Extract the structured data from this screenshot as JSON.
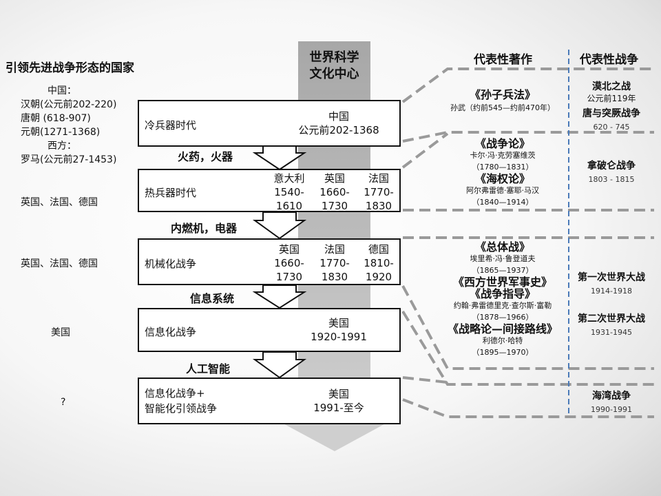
{
  "left_title": "引领先进战争形态的国家",
  "left_countries": {
    "group1": [
      "中国：",
      "汉朝(公元前202-220)",
      "唐朝  (618-907)",
      "元朝(1271-1368)",
      "西方：",
      "罗马(公元前27-1453)"
    ],
    "group2": "英国、法国、德国",
    "group3": "英国、法国、德国",
    "group4": "美国",
    "group5": "?"
  },
  "center_title": [
    "世界科学",
    "文化中心"
  ],
  "eras": [
    {
      "name": "冷兵器时代",
      "columns": [
        {
          "country": "中国",
          "years": [
            "公元前202-1368"
          ]
        }
      ]
    },
    {
      "name": "热兵器时代",
      "columns": [
        {
          "country": "意大利",
          "years": [
            "1540-",
            "1610"
          ]
        },
        {
          "country": "英国",
          "years": [
            "1660-",
            "1730"
          ]
        },
        {
          "country": "法国",
          "years": [
            "1770-",
            "1830"
          ]
        }
      ]
    },
    {
      "name": "机械化战争",
      "columns": [
        {
          "country": "英国",
          "years": [
            "1660-",
            "1730"
          ]
        },
        {
          "country": "法国",
          "years": [
            "1770-",
            "1830"
          ]
        },
        {
          "country": "德国",
          "years": [
            "1810-",
            "1920"
          ]
        }
      ]
    },
    {
      "name": "信息化战争",
      "columns": [
        {
          "country": "美国",
          "years": [
            "1920-1991"
          ]
        }
      ]
    },
    {
      "name": [
        "信息化战争+",
        "智能化引领战争"
      ],
      "columns": [
        {
          "country": "美国",
          "years": [
            "1991-至今"
          ]
        }
      ]
    }
  ],
  "technologies": [
    "火药，火器",
    "内燃机，电器",
    "信息系统",
    "人工智能"
  ],
  "works_header": "代表性著作",
  "wars_header": "代表性战争",
  "works": {
    "w1": {
      "title": "《孙子兵法》",
      "author": "孙武（约前545—约前470年）"
    },
    "w2": {
      "title": "《战争论》",
      "author": "卡尔·冯·克劳塞维茨",
      "years": "（1780—1831）"
    },
    "w3": {
      "title": "《海权论》",
      "author": "阿尔弗雷德·塞耶·马汉",
      "years": "（1840—1914）"
    },
    "w4": {
      "title": "《总体战》",
      "author": "埃里希·冯·鲁登道夫",
      "years": "（1865—1937）"
    },
    "w5": {
      "title": "《西方世界军事史》"
    },
    "w6": {
      "title": "《战争指导》",
      "author": "约翰·弗雷德里克·查尔斯·富勒",
      "years": "（1878—1966）"
    },
    "w7": {
      "title": "《战略论—间接路线》",
      "author": "利德尔·哈特",
      "years": "（1895—1970）"
    }
  },
  "wars": {
    "v1": {
      "name": "漠北之战",
      "year": "公元前119年"
    },
    "v2": {
      "name": "唐与突厥战争",
      "year": "620 - 745"
    },
    "v3": {
      "name": "拿破仑战争",
      "year": "1803 - 1815"
    },
    "v4": {
      "name": "第一次世界大战",
      "year": "1914-1918"
    },
    "v5": {
      "name": "第二次世界大战",
      "year": "1931-1945"
    },
    "v6": {
      "name": "海湾战争",
      "year": "1990-1991"
    }
  },
  "colors": {
    "dash_gray": "#9a9a9a",
    "divider_blue": "#4a7ab8",
    "arrow_gray": "#a9a9a9"
  }
}
